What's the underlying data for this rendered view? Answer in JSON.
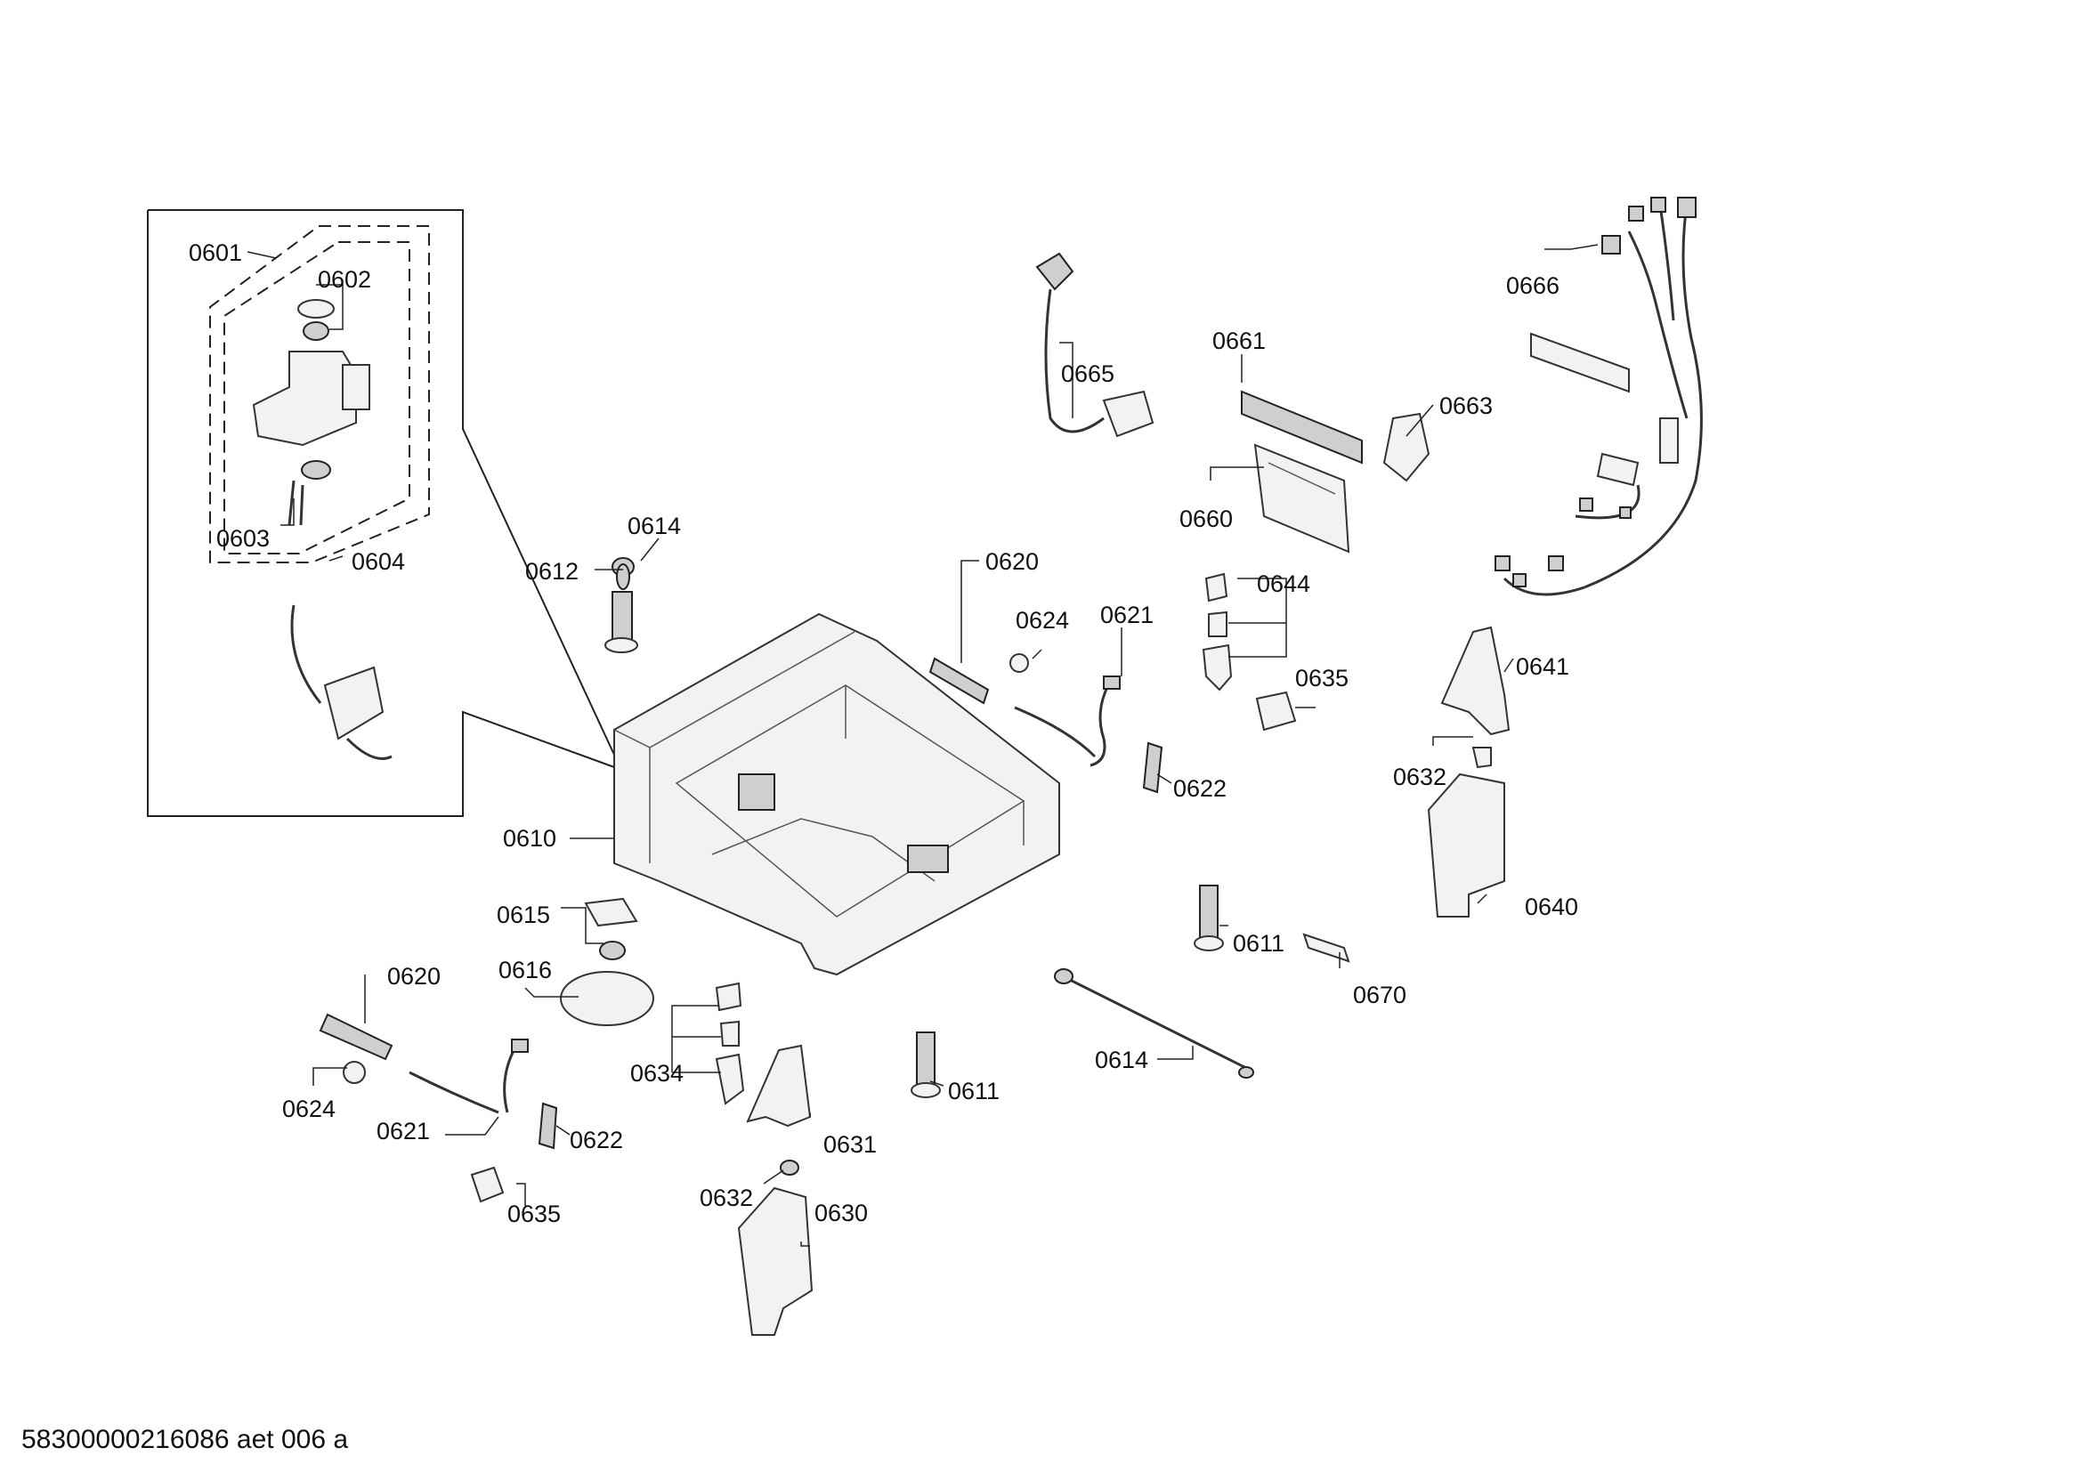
{
  "document_id": "58300000216086 aet 006 a",
  "labels": {
    "l0601": "0601",
    "l0602": "0602",
    "l0603": "0603",
    "l0604": "0604",
    "l0665": "0665",
    "l0661": "0661",
    "l0663": "0663",
    "l0660": "0660",
    "l0666": "0666",
    "l0614a": "0614",
    "l0612": "0612",
    "l0620a": "0620",
    "l0624a": "0624",
    "l0621a": "0621",
    "l0644": "0644",
    "l0635a": "0635",
    "l0641": "0641",
    "l0632a": "0632",
    "l0622a": "0622",
    "l0610": "0610",
    "l0640": "0640",
    "l0615": "0615",
    "l0611a": "0611",
    "l0670": "0670",
    "l0616": "0616",
    "l0620b": "0620",
    "l0634": "0634",
    "l0614b": "0614",
    "l0611b": "0611",
    "l0624b": "0624",
    "l0621b": "0621",
    "l0622b": "0622",
    "l0631": "0631",
    "l0635b": "0635",
    "l0632b": "0632",
    "l0630": "0630"
  }
}
